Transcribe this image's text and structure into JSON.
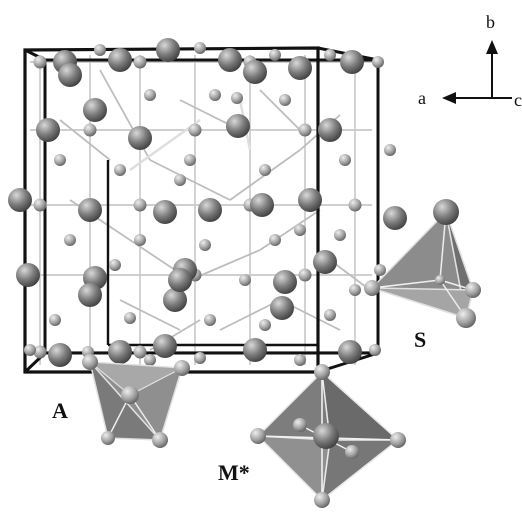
{
  "axes": {
    "b": "b",
    "a": "a",
    "c": "c"
  },
  "polyhedra": {
    "s": {
      "label": "S"
    },
    "a": {
      "label": "A"
    },
    "m": {
      "label": "M*"
    }
  },
  "colors": {
    "cell_edge": "#111111",
    "bond": "#c8c8c8",
    "atom_large": "#6f6f6f",
    "atom_small": "#9a9a9a",
    "polyhedron_fill": "#8a8a8a",
    "polyhedron_dark": "#6a6a6a"
  }
}
